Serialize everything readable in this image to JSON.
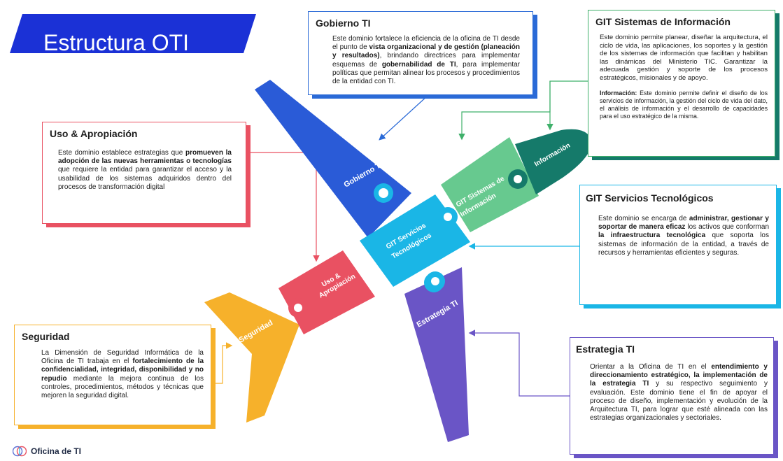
{
  "title": "Estructura OTI",
  "footer": "Oficina de TI",
  "colors": {
    "gobierno": "#2a5bd7",
    "gobierno_dark": "#1f4ab5",
    "uso": "#e95162",
    "seguridad": "#f6b12b",
    "servicios": "#1ab6e6",
    "sistemas": "#67c98f",
    "informacion": "#157a6a",
    "estrategia": "#6a55c6",
    "title_bg": "#1b31d6"
  },
  "puzzle_labels": {
    "gobierno": "Gobierno TI",
    "uso_line1": "Uso &",
    "uso_line2": "Apropiación",
    "seguridad": "Seguridad",
    "servicios_line1": "GIT Servicios",
    "servicios_line2": "Tecnológicos",
    "sistemas_line1": "GIT Sistemas de",
    "sistemas_line2": "Información",
    "informacion": "Información",
    "estrategia": "Estrategia TI"
  },
  "gobierno_box": {
    "heading": "Gobierno TI",
    "p1": "Este dominio fortalece la eficiencia de la oficina de TI desde el punto de ",
    "b1": "vista organizacional y de gestión (planeación y resultados)",
    "p2": ", brindando directrices para implementar esquemas de ",
    "b2": "gobernabilidad de TI",
    "p3": ", para implementar políticas que permitan alinear los procesos y procedimientos de la entidad con TI."
  },
  "sistemas_box": {
    "heading": "GIT Sistemas de Información",
    "p1": "Este dominio permite planear, diseñar la arquitectura, el ciclo de vida, las aplicaciones, los soportes y la gestión de los sistemas de información que facilitan y habilitan las dinámicas del Ministerio TIC. Garantizar la adecuada gestión y soporte de los procesos estratégicos, misionales y de apoyo.",
    "b2": "Información:",
    "p2": " Este dominio permite definir el diseño de los servicios de información, la gestión del ciclo de vida del dato, el análisis de información y el desarrollo de capacidades para el uso estratégico de la misma."
  },
  "uso_box": {
    "heading": "Uso & Apropiación",
    "p1": "Este dominio establece estrategias que ",
    "b1": "promueven la adopción de las nuevas herramientas o tecnologías",
    "p2": " que requiere la entidad para garantizar el acceso y la usabilidad de los sistemas adquiridos dentro del procesos de transformación digital"
  },
  "servicios_box": {
    "heading": "GIT Servicios Tecnológicos",
    "p1": "Este dominio se encarga de ",
    "b1": "administrar, gestionar y soportar de manera eficaz",
    "p2": " los activos que conforman ",
    "b2": "la infraestructura tecnológica",
    "p3": " que soporta los sistemas de información de la entidad, a través de recursos y herramientas eficientes y seguras."
  },
  "seguridad_box": {
    "heading": "Seguridad",
    "p1": "La Dimensión de Seguridad Informática de la Oficina de TI trabaja en el ",
    "b1": "fortalecimiento de la confidencialidad, integridad, disponibilidad y no repudio",
    "p2": " mediante la mejora continua de los controles, procedimientos, métodos y técnicas que mejoren la seguridad digital."
  },
  "estrategia_box": {
    "heading": "Estrategia TI",
    "p1": "Orientar a la Oficina de TI en el ",
    "b1": "entendimiento y direccionamiento estratégico, la implementación de la estrategia TI",
    "p2": " y su respectivo seguimiento y evaluación. Este dominio tiene el fin de apoyar el proceso de diseño, implementación y evolución de la Arquitectura TI, para lograr que esté alineada con las estrategias organizacionales y sectoriales."
  }
}
